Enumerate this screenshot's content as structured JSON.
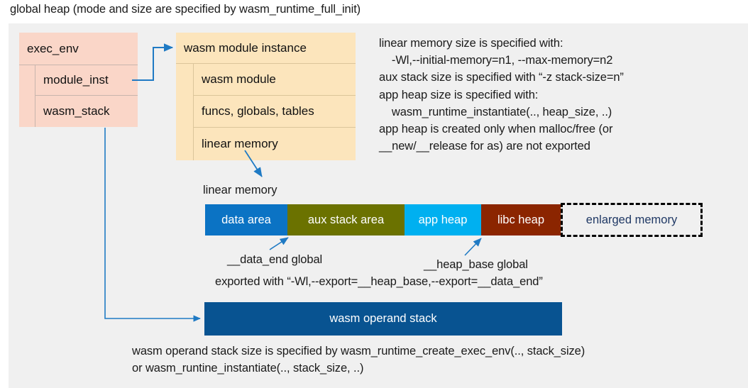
{
  "title": "global heap (mode and size are specified by wasm_runtime_full_init)",
  "colors": {
    "panel_bg": "#f0f0f0",
    "exec_env_fill": "#fad6c8",
    "module_instance_fill": "#fce5bc",
    "data_area": "#0b73c4",
    "aux_stack_area": "#6b7200",
    "app_heap": "#00b0f0",
    "libc_heap": "#8b2500",
    "enlarged_memory_text": "#1f3864",
    "operand_stack": "#085391",
    "arrow": "#1f7ac4"
  },
  "exec_env": {
    "header": "exec_env",
    "fields": [
      {
        "label": "module_inst"
      },
      {
        "label": "wasm_stack"
      }
    ]
  },
  "module_instance": {
    "header": "wasm module instance",
    "fields": [
      {
        "label": "wasm module"
      },
      {
        "label": "funcs, globals, tables"
      },
      {
        "label": "linear memory"
      }
    ]
  },
  "notes": {
    "memory_note": "linear memory size is specified with:\n    -Wl,--initial-memory=n1, --max-memory=n2\naux stack size is specified with “-z stack-size=n”\napp heap size is specified with:\n    wasm_runtime_instantiate(.., heap_size, ..)\napp heap is created only when malloc/free (or\n__new/__release for as) are not exported",
    "stack_note": "wasm operand stack size is specified by wasm_runtime_create_exec_env(.., stack_size)\nor wasm_runtine_instantiate(.., stack_size, ..)"
  },
  "memory_bar": {
    "label": "linear memory",
    "segments": [
      {
        "name": "data area",
        "color": "#0b73c4",
        "text_color": "#ffffff",
        "dashed": false
      },
      {
        "name": "aux stack area",
        "color": "#6b7200",
        "text_color": "#ffffff",
        "dashed": false
      },
      {
        "name": "app heap",
        "color": "#00b0f0",
        "text_color": "#ffffff",
        "dashed": false
      },
      {
        "name": "libc heap",
        "color": "#8b2500",
        "text_color": "#ffffff",
        "dashed": false
      },
      {
        "name": "enlarged memory",
        "color": "#f0f0f0",
        "text_color": "#1f3864",
        "dashed": true
      }
    ]
  },
  "callouts": {
    "data_end": "__data_end global",
    "heap_base": "__heap_base global",
    "exported_with": "exported with “-Wl,--export=__heap_base,--export=__data_end”"
  },
  "operand_stack": {
    "label": "wasm operand stack"
  }
}
